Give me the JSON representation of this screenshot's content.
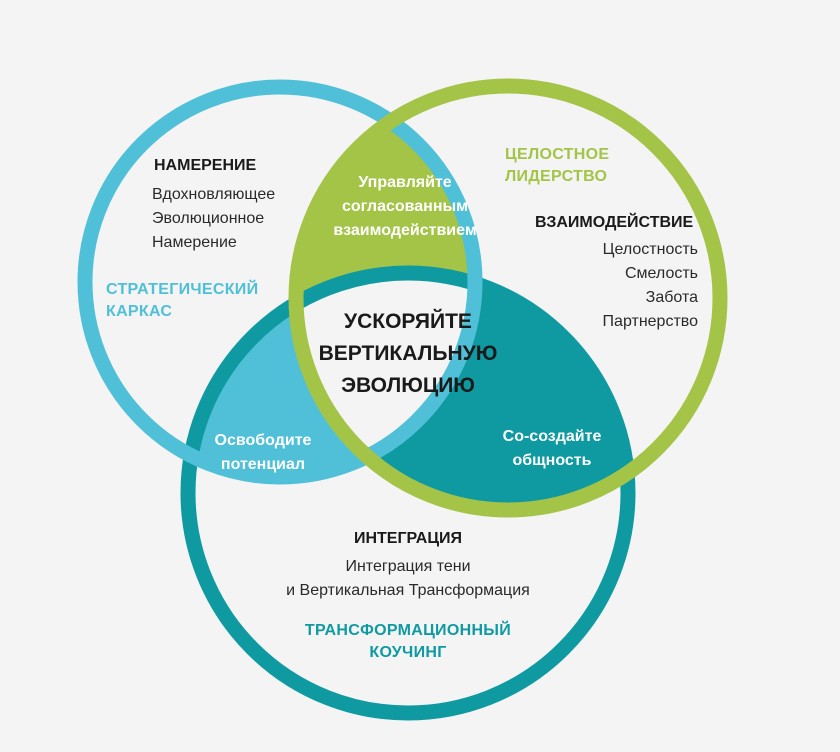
{
  "colors": {
    "background": "#f4f4f4",
    "blue": "#4fc0d8",
    "green": "#a3c447",
    "teal": "#0f9aa2"
  },
  "strategic": {
    "heading": "НАМЕРЕНИЕ",
    "items": [
      "Вдохновляющее",
      "Эволюционное",
      "Намерение"
    ],
    "category": [
      "СТРАТЕГИЧЕСКИЙ",
      "КАРКАС"
    ]
  },
  "leadership": {
    "category": [
      "ЦЕЛОСТНОЕ",
      "ЛИДЕРСТВО"
    ],
    "heading": "ВЗАИМОДЕЙСТВИЕ",
    "items": [
      "Целостность",
      "Смелость",
      "Забота",
      "Партнерство"
    ]
  },
  "coaching": {
    "heading": "ИНТЕГРАЦИЯ",
    "items": [
      "Интеграция тени",
      "и Вертикальная Трансформация"
    ],
    "category": [
      "ТРАНСФОРМАЦИОННЫЙ",
      "КОУЧИНГ"
    ]
  },
  "overlaps": {
    "top": [
      "Управляйте",
      "согласованным",
      "взаимодействием"
    ],
    "left": [
      "Освободите",
      "потенциал"
    ],
    "right": [
      "Со-создайте",
      "общность"
    ],
    "center": [
      "УСКОРЯЙТЕ",
      "ВЕРТИКАЛЬНУЮ",
      "ЭВОЛЮЦИЮ"
    ]
  }
}
